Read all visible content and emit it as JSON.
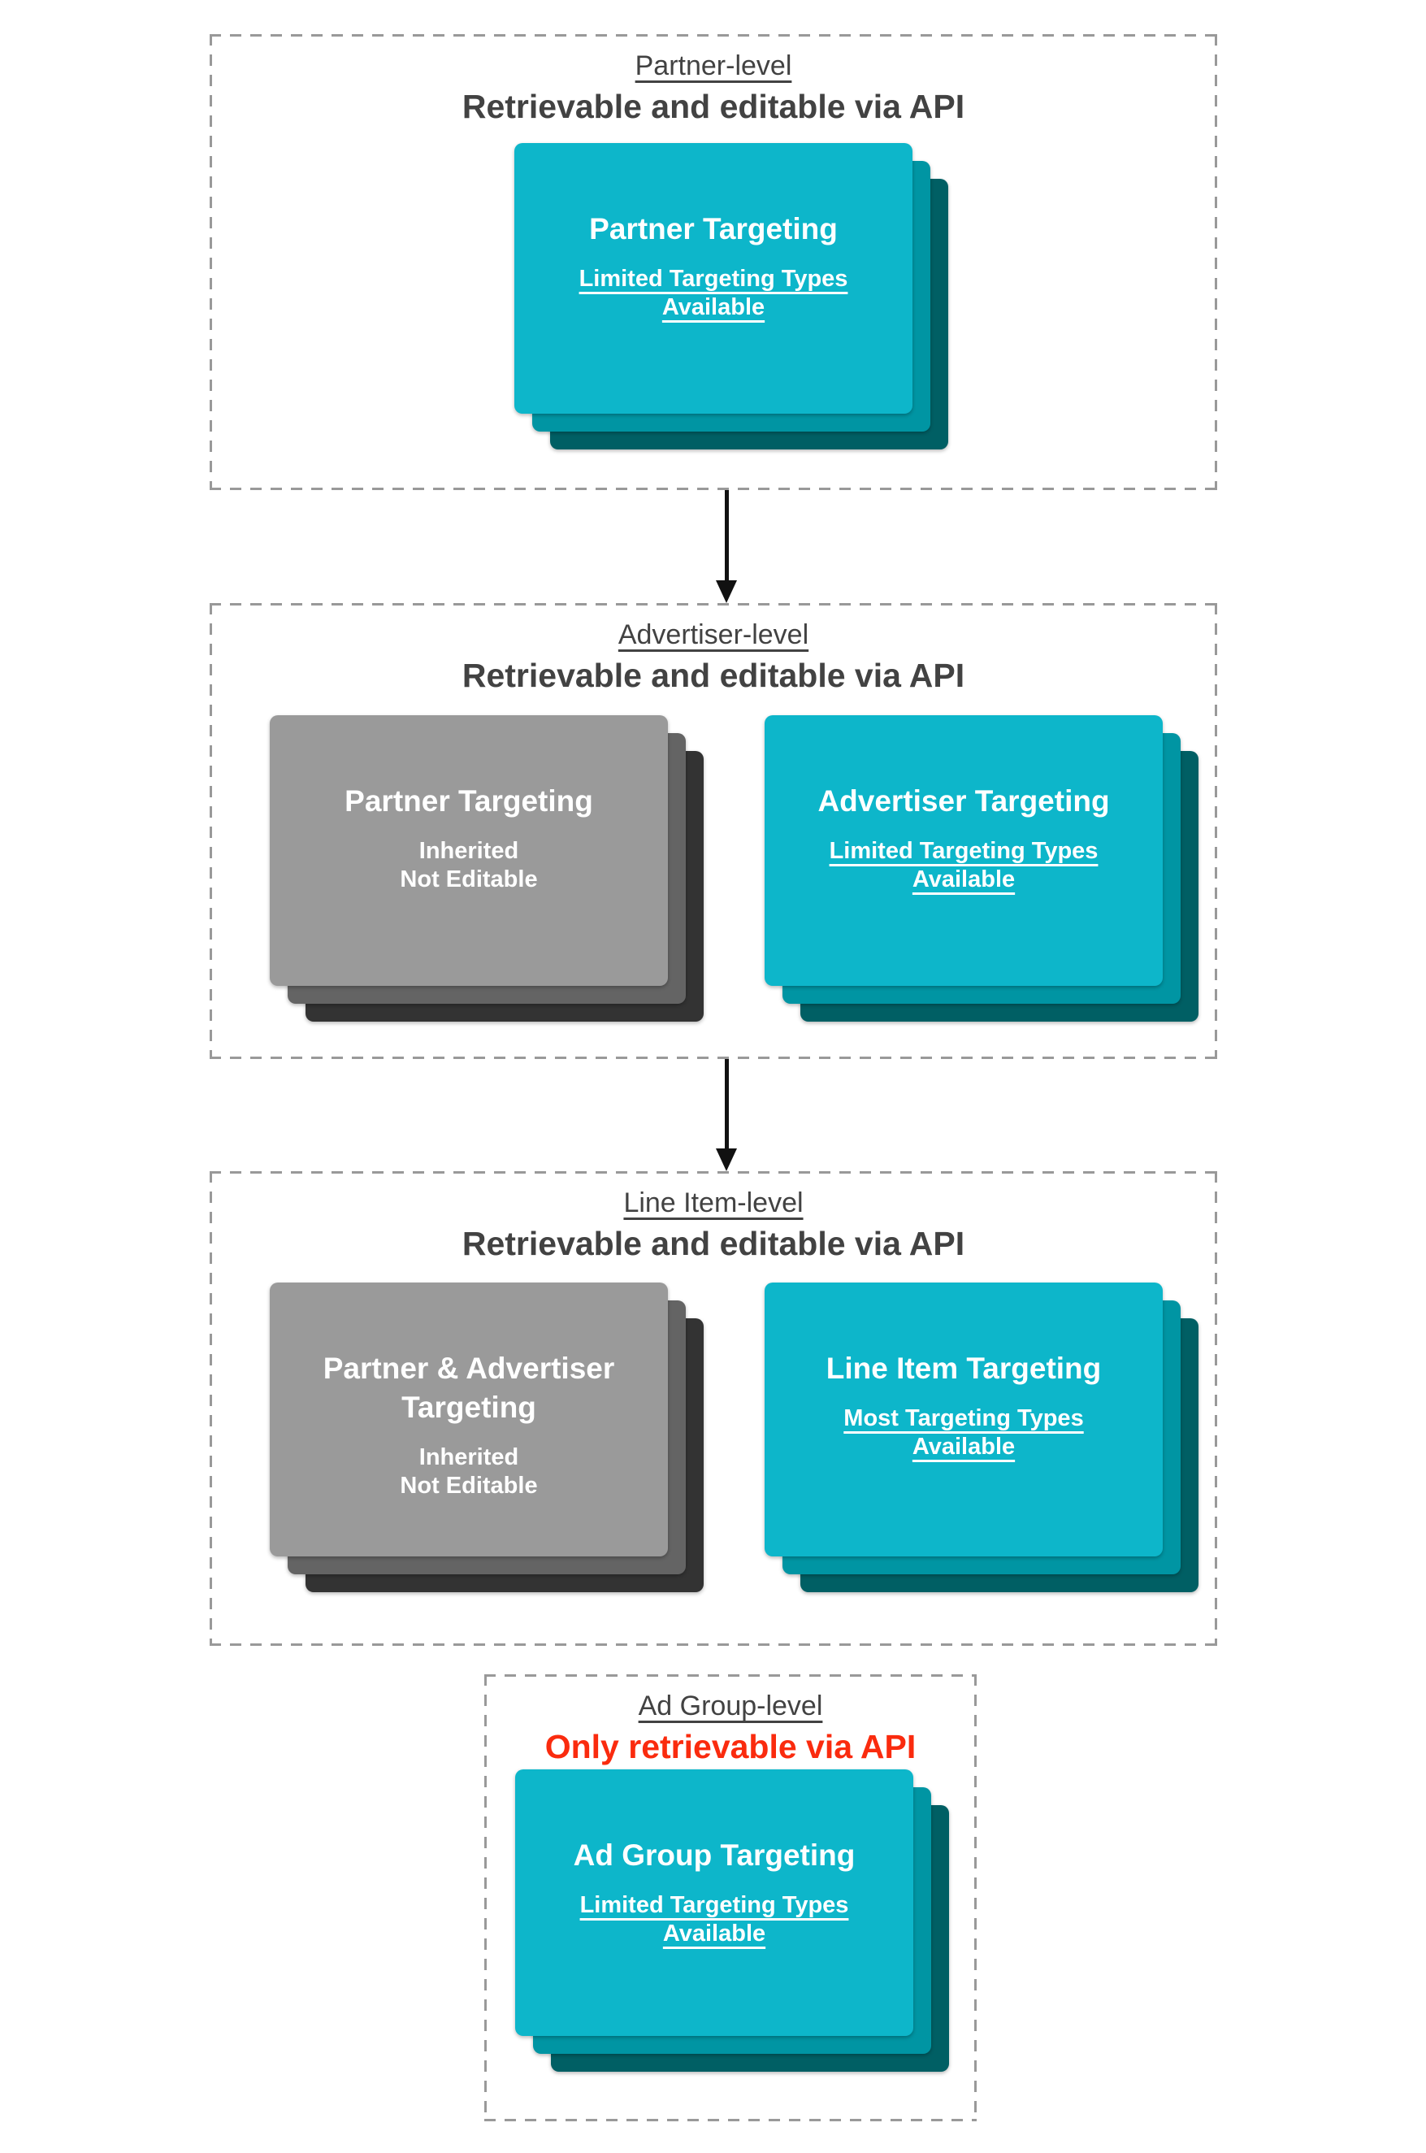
{
  "colors": {
    "cyan_card": "#0db6ca",
    "cyan_shadow_mid": "#0095a3",
    "cyan_shadow_dark": "#005f64",
    "gray_card": "#9a9a9a",
    "gray_shadow_mid": "#646464",
    "gray_shadow_dark": "#333333",
    "header_text": "#424242",
    "alert_red": "#fa2b0e",
    "dashed_border": "#999999",
    "arrow": "#111111",
    "card_text": "#ffffff"
  },
  "sections": [
    {
      "title": "Partner-level",
      "subtitle": "Retrievable and editable via API",
      "cards": [
        {
          "style": "cyan",
          "title": "Partner Targeting",
          "subtitle_lines": [
            "Limited Targeting Types",
            "Available"
          ]
        }
      ]
    },
    {
      "title": "Advertiser-level",
      "subtitle": "Retrievable and editable via API",
      "cards": [
        {
          "style": "gray",
          "title": "Partner Targeting",
          "subtitle_lines": [
            "Inherited",
            "Not Editable"
          ]
        },
        {
          "style": "cyan",
          "title": "Advertiser Targeting",
          "subtitle_lines": [
            "Limited Targeting Types",
            "Available"
          ]
        }
      ]
    },
    {
      "title": "Line Item-level",
      "subtitle": "Retrievable and editable via API",
      "cards": [
        {
          "style": "gray",
          "title": "Partner & Advertiser Targeting",
          "subtitle_lines": [
            "Inherited",
            "Not Editable"
          ]
        },
        {
          "style": "cyan",
          "title": "Line Item Targeting",
          "subtitle_lines": [
            "Most Targeting Types",
            "Available"
          ]
        }
      ]
    },
    {
      "title": "Ad Group-level",
      "subtitle": "Only retrievable via API",
      "cards": [
        {
          "style": "cyan",
          "title": "Ad Group Targeting",
          "subtitle_lines": [
            "Limited Targeting Types",
            "Available"
          ]
        }
      ]
    }
  ]
}
